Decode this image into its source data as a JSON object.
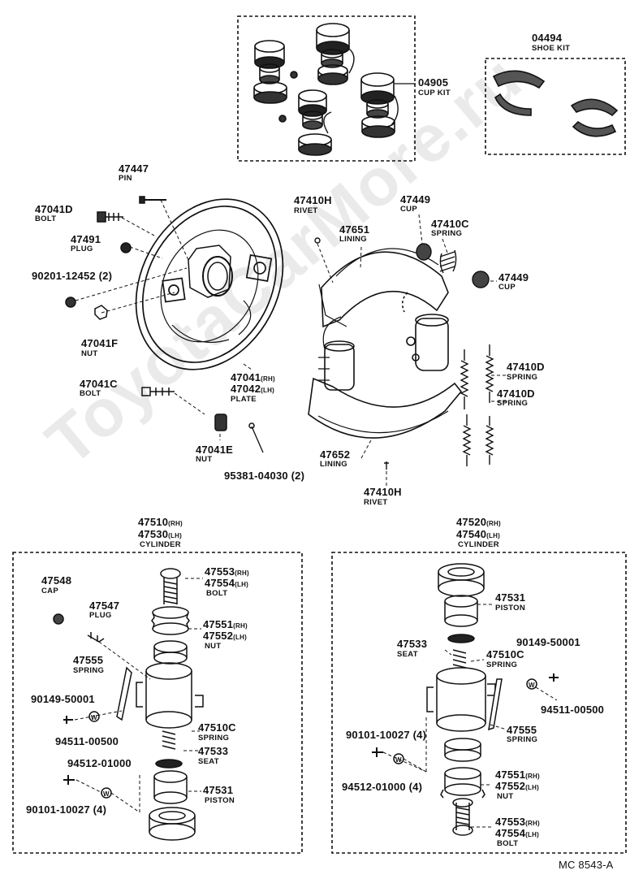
{
  "diagram_code": "MC 8543-A",
  "watermark": "ToyotaCarMore.ru",
  "kits": {
    "cup_kit": {
      "number": "04905",
      "name": "CUP KIT"
    },
    "shoe_kit": {
      "number": "04494",
      "name": "SHOE KIT"
    }
  },
  "backing": {
    "pin": {
      "number": "47447",
      "name": "PIN"
    },
    "bolt_d": {
      "number": "47041D",
      "name": "BOLT"
    },
    "plug": {
      "number": "47491",
      "name": "PLUG"
    },
    "ref_90201": {
      "number": "90201-12452",
      "qty": "(2)"
    },
    "nut_f": {
      "number": "47041F",
      "name": "NUT"
    },
    "plate": {
      "number_rh": "47041",
      "sfx_rh": "(RH)",
      "number_lh": "47042",
      "sfx_lh": "(LH)",
      "name": "PLATE"
    },
    "bolt_c": {
      "number": "47041C",
      "name": "BOLT"
    },
    "nut_e": {
      "number": "47041E",
      "name": "NUT"
    },
    "ref_95381": {
      "number": "95381-04030",
      "qty": "(2)"
    }
  },
  "shoes": {
    "rivet_top": {
      "number": "47410H",
      "name": "RIVET"
    },
    "lining_top": {
      "number": "47651",
      "name": "LINING"
    },
    "cup_top": {
      "number": "47449",
      "name": "CUP"
    },
    "spring_c": {
      "number": "47410C",
      "name": "SPRING"
    },
    "cup_right": {
      "number": "47449",
      "name": "CUP"
    },
    "spring_d1": {
      "number": "47410D",
      "name": "SPRING"
    },
    "spring_d2": {
      "number": "47410D",
      "name": "SPRING"
    },
    "lining_bottom": {
      "number": "47652",
      "name": "LINING"
    },
    "rivet_bottom": {
      "number": "47410H",
      "name": "RIVET"
    }
  },
  "left_cylinder": {
    "header": {
      "number_rh": "47510",
      "sfx_rh": "(RH)",
      "number_lh": "47530",
      "sfx_lh": "(LH)",
      "name": "CYLINDER"
    },
    "cap": {
      "number": "47548",
      "name": "CAP"
    },
    "plug": {
      "number": "47547",
      "name": "PLUG"
    },
    "spring_lever": {
      "number": "47555",
      "name": "SPRING"
    },
    "ref_90149": {
      "number": "90149-50001"
    },
    "ref_94511": {
      "number": "94511-00500"
    },
    "ref_94512": {
      "number": "94512-01000"
    },
    "ref_90101": {
      "number": "90101-10027",
      "qty": "(4)"
    },
    "bolt": {
      "number_rh": "47553",
      "sfx_rh": "(RH)",
      "number_lh": "47554",
      "sfx_lh": "(LH)",
      "name": "BOLT"
    },
    "nut": {
      "number_rh": "47551",
      "sfx_rh": "(RH)",
      "number_lh": "47552",
      "sfx_lh": "(LH)",
      "name": "NUT"
    },
    "spring": {
      "number": "47510C",
      "name": "SPRING"
    },
    "seat": {
      "number": "47533",
      "name": "SEAT"
    },
    "piston": {
      "number": "47531",
      "name": "PISTON"
    }
  },
  "right_cylinder": {
    "header": {
      "number_rh": "47520",
      "sfx_rh": "(RH)",
      "number_lh": "47540",
      "sfx_lh": "(LH)",
      "name": "CYLINDER"
    },
    "piston": {
      "number": "47531",
      "name": "PISTON"
    },
    "seat": {
      "number": "47533",
      "name": "SEAT"
    },
    "spring": {
      "number": "47510C",
      "name": "SPRING"
    },
    "ref_90149": {
      "number": "90149-50001"
    },
    "ref_94511": {
      "number": "94511-00500"
    },
    "spring_lever": {
      "number": "47555",
      "name": "SPRING"
    },
    "ref_90101": {
      "number": "90101-10027",
      "qty": "(4)"
    },
    "ref_94512": {
      "number": "94512-01000",
      "qty": "(4)"
    },
    "nut": {
      "number_rh": "47551",
      "sfx_rh": "(RH)",
      "number_lh": "47552",
      "sfx_lh": "(LH)",
      "name": "NUT"
    },
    "bolt": {
      "number_rh": "47553",
      "sfx_rh": "(RH)",
      "number_lh": "47554",
      "sfx_lh": "(LH)",
      "name": "BOLT"
    }
  }
}
